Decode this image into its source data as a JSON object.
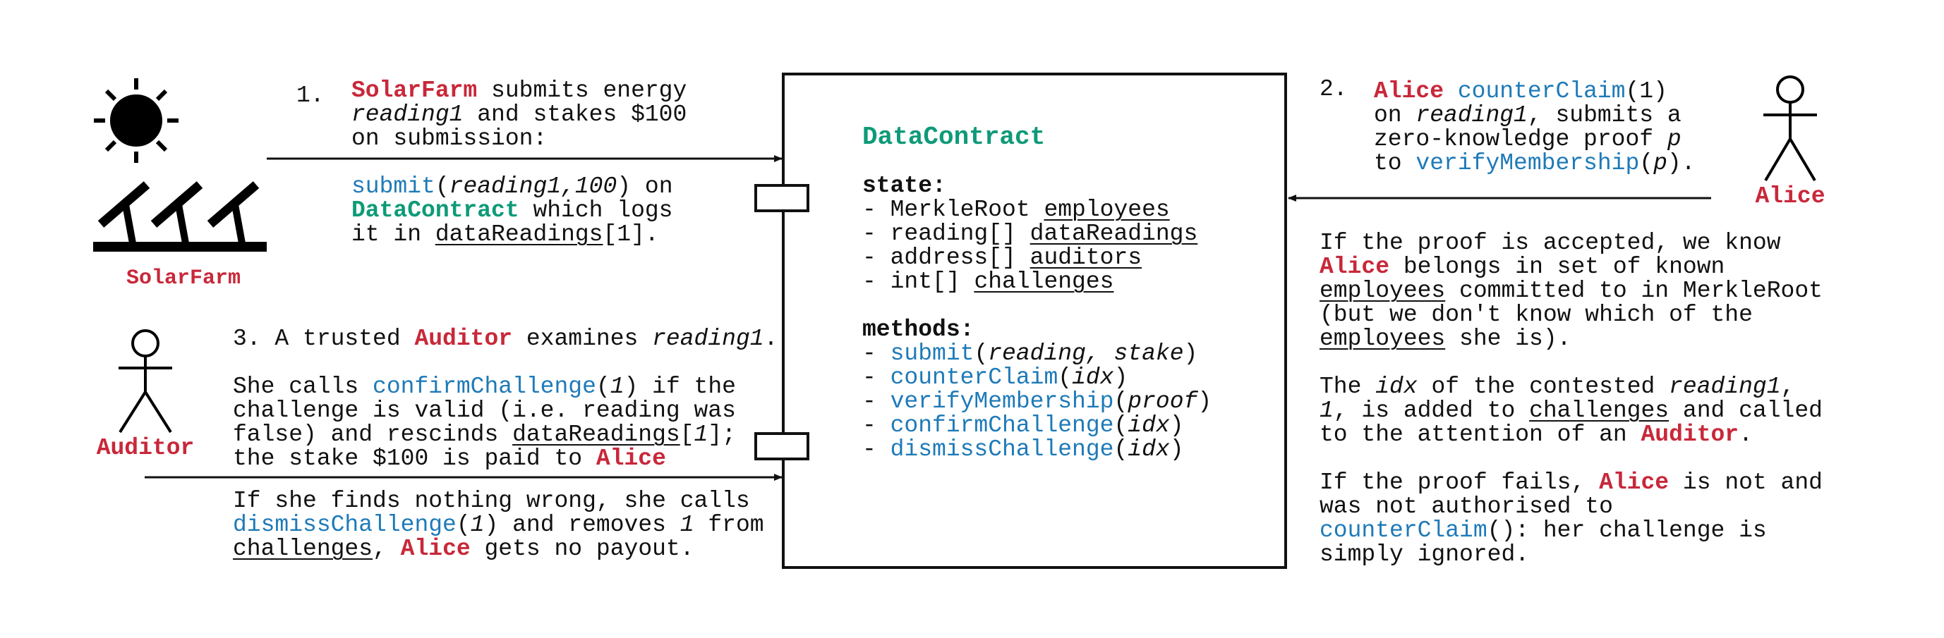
{
  "colors": {
    "actor_red": "#c8283a",
    "contract_green": "#0e9a78",
    "method_blue": "#1e7ab8"
  },
  "actors": {
    "solarfarm": {
      "label": "SolarFarm",
      "icon": "solar-panel-and-sun-icon"
    },
    "auditor": {
      "label": "Auditor",
      "icon": "stick-figure-icon"
    },
    "alice": {
      "label": "Alice",
      "icon": "stick-figure-icon"
    }
  },
  "contract": {
    "name": "DataContract",
    "state_heading": "state:",
    "state": [
      {
        "prefix": "- MerkleRoot ",
        "name": "employees"
      },
      {
        "prefix": "- reading[] ",
        "name": "dataReadings"
      },
      {
        "prefix": "- address[] ",
        "name": "auditors"
      },
      {
        "prefix": "- int[] ",
        "name": "challenges"
      }
    ],
    "methods_heading": "methods:",
    "methods": [
      {
        "name": "submit",
        "args": "reading, stake"
      },
      {
        "name": "counterClaim",
        "args": "idx"
      },
      {
        "name": "verifyMembership",
        "args": "proof"
      },
      {
        "name": "confirmChallenge",
        "args": "idx"
      },
      {
        "name": "dismissChallenge",
        "args": "idx"
      }
    ]
  },
  "step1": {
    "number": "1.",
    "actor": "SolarFarm",
    "t1": " submits energy",
    "reading": "reading1",
    "t2": " and stakes $100",
    "t3": "on submission:",
    "method": "submit",
    "args": "reading1,100",
    "t4": " on",
    "contract": "DataContract",
    "t5": " which logs",
    "t6": "it in ",
    "array": "dataReadings",
    "t7": "[1]."
  },
  "step2": {
    "number": "2.",
    "actor": "Alice",
    "method": "counterClaim",
    "t1": "(1)",
    "t2": "on ",
    "reading": "reading1",
    "t3": ", submits a",
    "t4": "zero-knowledge proof ",
    "proof": "p",
    "t5": "to ",
    "method2": "verifyMembership",
    "t6": "(",
    "t7": ")."
  },
  "right_notes": {
    "p1_l1": "If the proof is accepted, we know",
    "alice": "Alice",
    "p1_l2": " belongs in set of known",
    "employees": "employees",
    "p1_l3": " committed to in MerkleRoot",
    "p1_l4": "(but we don't know which of the",
    "p1_l5": " she is).",
    "p2_t1": "The ",
    "idx": "idx",
    "p2_t2": " of the contested ",
    "reading": "reading1",
    "p2_t3": ",",
    "one": "1",
    "p2_t4": ", is added to ",
    "challenges": "challenges",
    "p2_t5": " and called",
    "p2_t6": "to the attention of an ",
    "auditor": "Auditor",
    "p2_t7": ".",
    "p3_t1": "If the proof fails, ",
    "p3_t2": " is not and",
    "p3_t3": "was not authorised to",
    "counterclaim": "counterClaim",
    "p3_t4": "(): her challenge is",
    "p3_t5": "simply ignored."
  },
  "step3": {
    "t1": "3. A trusted ",
    "auditor": "Auditor",
    "t2": " examines ",
    "reading": "reading1",
    "t3": ".",
    "t4": "She calls ",
    "confirm": "confirmChallenge",
    "t5": "(",
    "one": "1",
    "t6": ") if the",
    "t7": "challenge is valid (i.e. reading was",
    "t8": "false) and rescinds ",
    "array": "dataReadings",
    "t9": "[",
    "t10": "];",
    "t11": "the stake $100 is paid to ",
    "alice": "Alice",
    "t12": "If she finds nothing wrong, she calls",
    "dismiss": "dismissChallenge",
    "t13": "(",
    "t14": ") and removes ",
    "t15": " from",
    "challenges": "challenges",
    "t16": ", ",
    "t17": " gets no payout."
  }
}
